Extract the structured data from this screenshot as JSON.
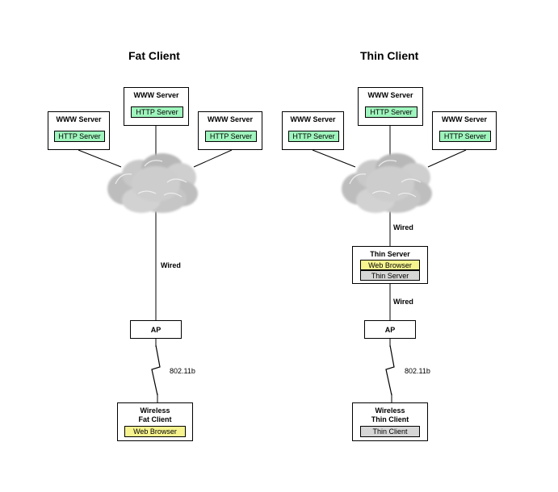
{
  "colors": {
    "http_server": "#9ff5bd",
    "web_browser": "#f7f48f",
    "thin_gray": "#d6d6d6",
    "cloud": "#c4c4c4",
    "line": "#000000"
  },
  "icons": {
    "network": "cloud-icon",
    "wireless": "lightning-bolt-icon"
  },
  "fat": {
    "title": "Fat Client",
    "www_left": {
      "name": "WWW Server",
      "chip": "HTTP Server"
    },
    "www_center": {
      "name": "WWW Server",
      "chip": "HTTP Server"
    },
    "www_right": {
      "name": "WWW Server",
      "chip": "HTTP Server"
    },
    "wired_label": "Wired",
    "ap": "AP",
    "wireless_label": "802.11b",
    "client": {
      "name_line1": "Wireless",
      "name_line2": "Fat Client",
      "chip": "Web Browser"
    }
  },
  "thin": {
    "title": "Thin Client",
    "www_left": {
      "name": "WWW Server",
      "chip": "HTTP Server"
    },
    "www_center": {
      "name": "WWW Server",
      "chip": "HTTP Server"
    },
    "www_right": {
      "name": "WWW Server",
      "chip": "HTTP Server"
    },
    "wired_label_1": "Wired",
    "server": {
      "name": "Thin Server",
      "chip1": "Web Browser",
      "chip2": "Thin Server"
    },
    "wired_label_2": "Wired",
    "ap": "AP",
    "wireless_label": "802.11b",
    "client": {
      "name_line1": "Wireless",
      "name_line2": "Thin Client",
      "chip": "Thin Client"
    }
  }
}
